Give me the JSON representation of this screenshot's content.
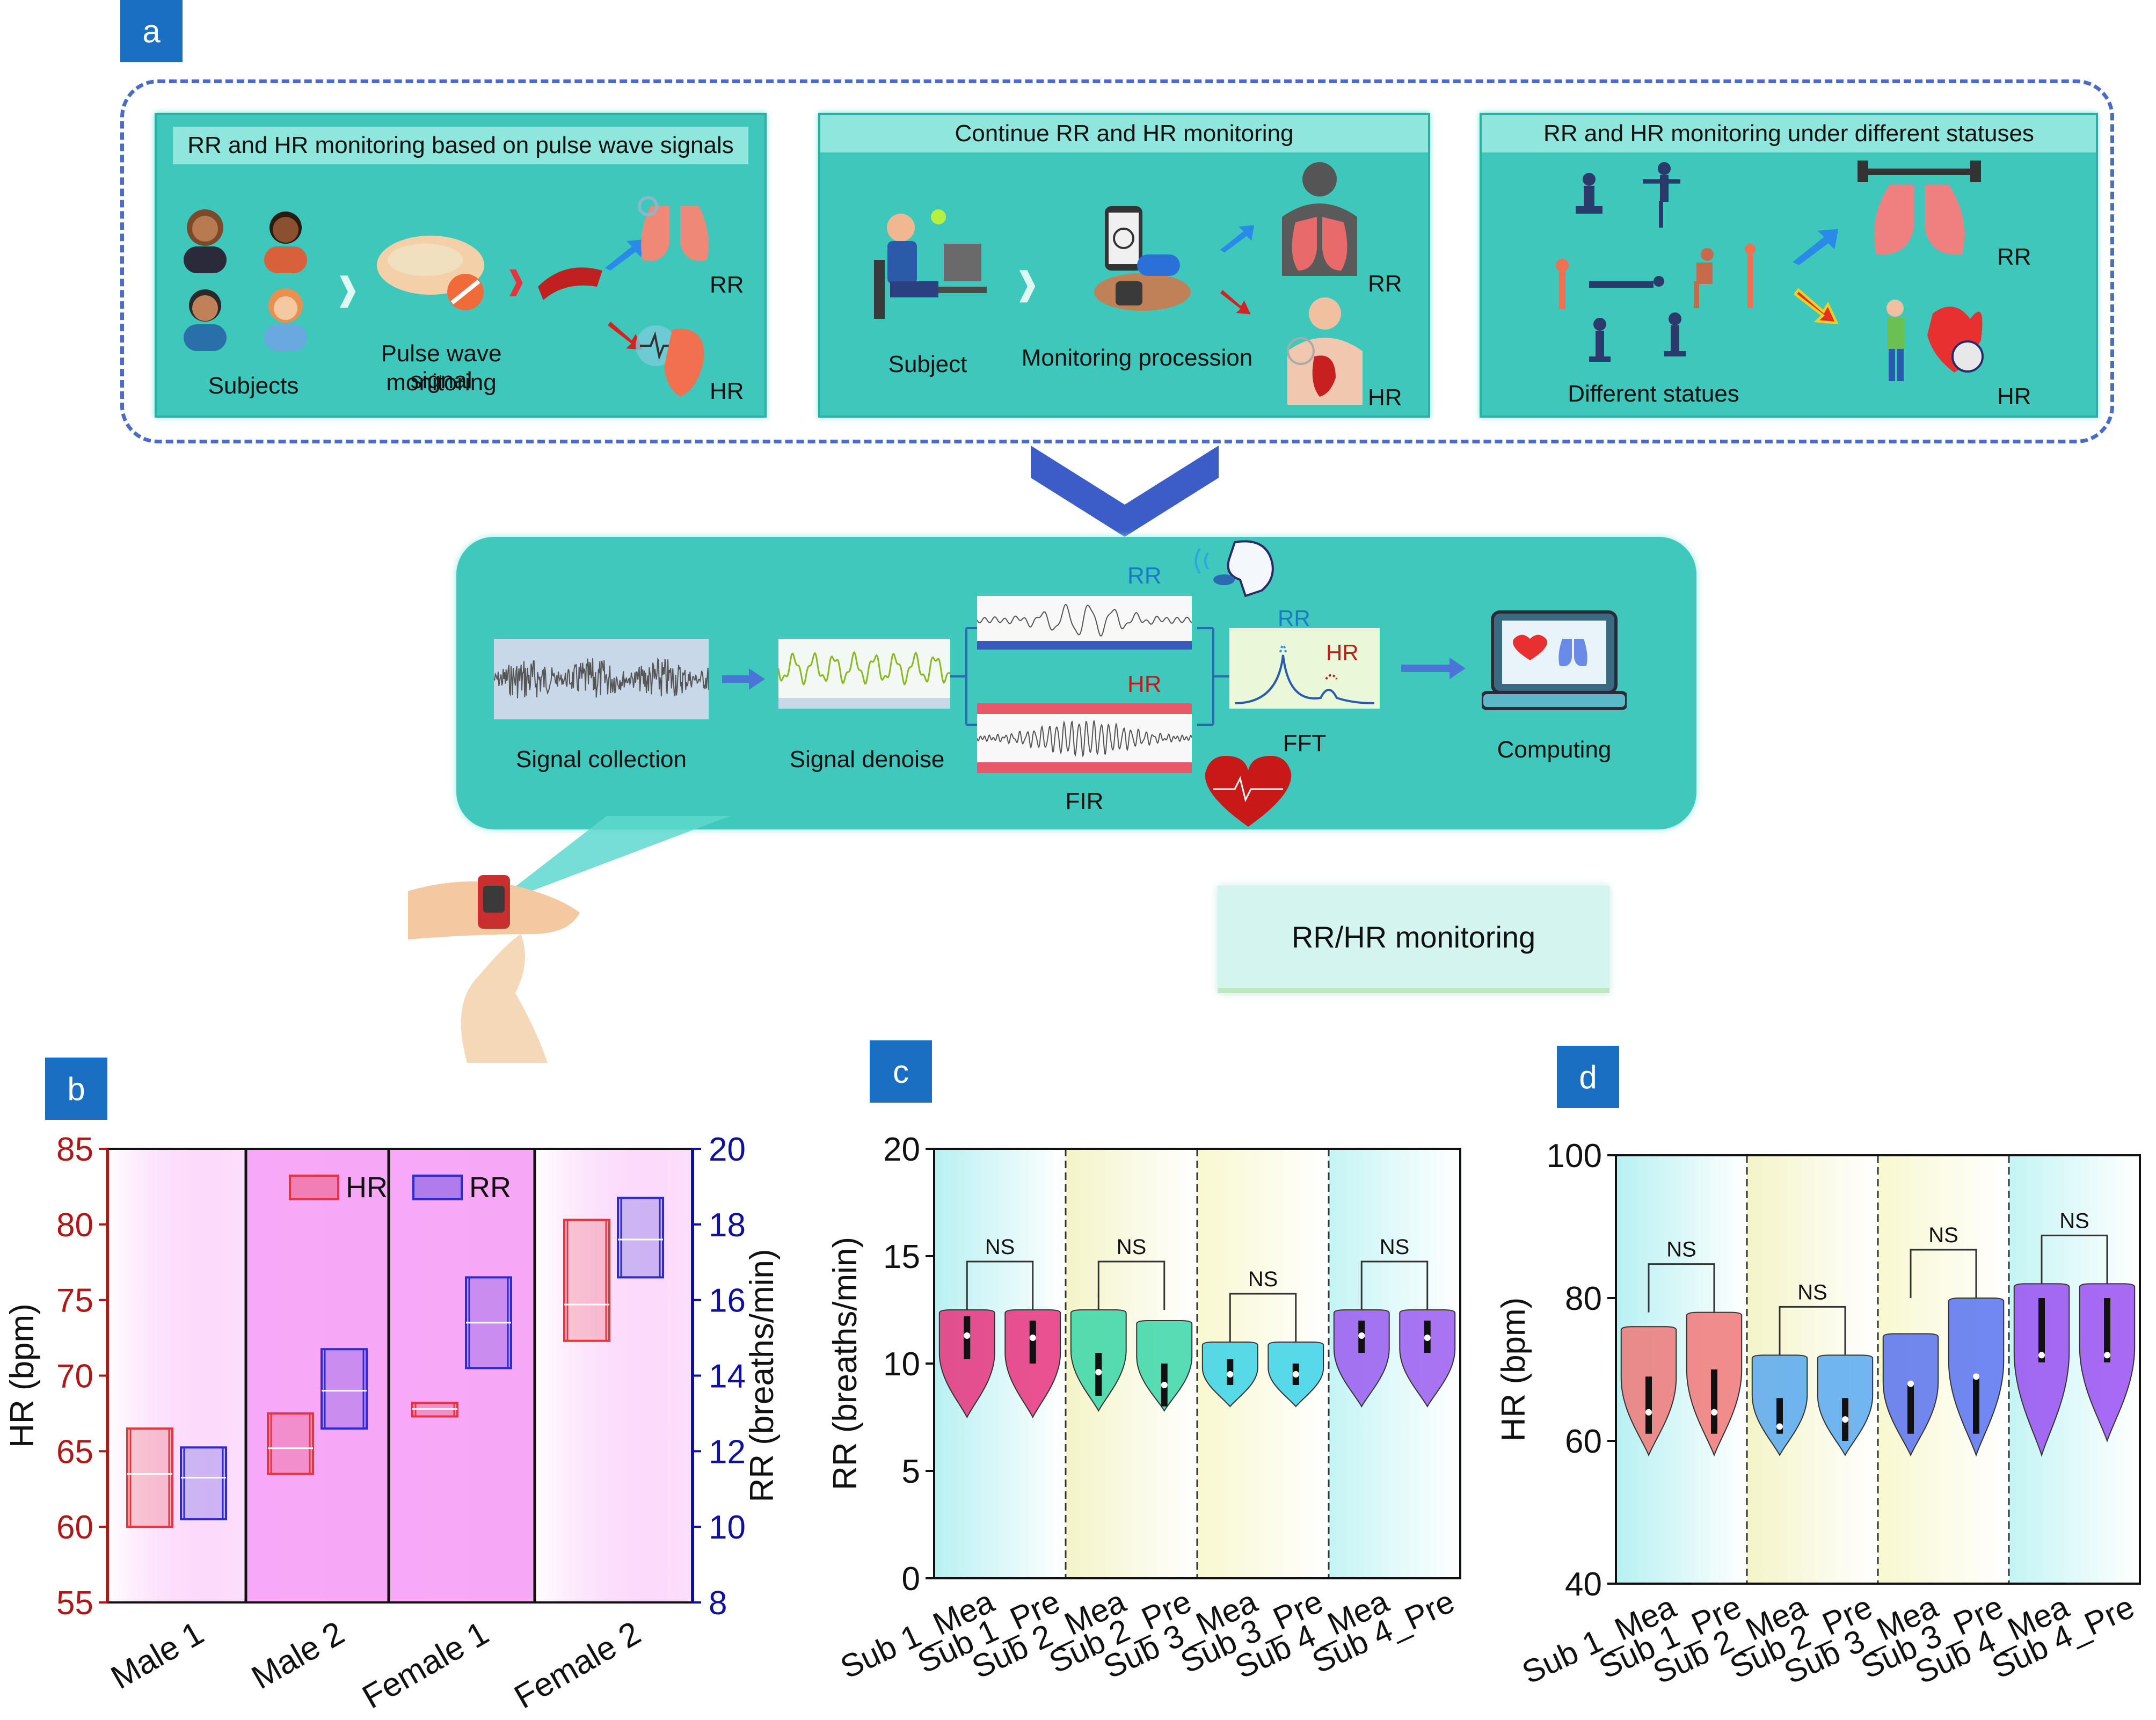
{
  "panel_labels": {
    "a": "a",
    "b": "b",
    "c": "c",
    "d": "d"
  },
  "schematic": {
    "box1": {
      "title": "RR and HR monitoring based on pulse wave signals",
      "subjects": "Subjects",
      "pulse_line1": "Pulse wave signal",
      "pulse_line2": "monitoring",
      "rr": "RR",
      "hr": "HR"
    },
    "box2": {
      "title": "Continue RR and HR monitoring",
      "subject": "Subject",
      "procession": "Monitoring procession",
      "rr": "RR",
      "hr": "HR"
    },
    "box3": {
      "title": "RR and HR monitoring under different statuses",
      "statues": "Different statues",
      "rr": "RR",
      "hr": "HR"
    },
    "pipeline": {
      "signal_collection": "Signal collection",
      "signal_denoise": "Signal denoise",
      "fir": "FIR",
      "fft": "FFT",
      "computing": "Computing",
      "rr_top": "RR",
      "hr_mid": "HR",
      "fft_rr": "RR",
      "fft_hr": "HR"
    },
    "monitoring_label": "RR/HR monitoring"
  },
  "colors": {
    "teal": "#3ec8bc",
    "hr_red": "#e8323c",
    "rr_blue": "#2a2ad8",
    "axis_red": "#b01818",
    "axis_blue": "#1010a0"
  },
  "chart_data": [
    {
      "panel": "b",
      "type": "box",
      "categories": [
        "Male 1",
        "Male 2",
        "Female 1",
        "Female 2"
      ],
      "ylabel_left": "HR (bpm)",
      "ylabel_right": "RR (breaths/min)",
      "ylim_left": [
        55,
        85
      ],
      "ylim_right": [
        8,
        20
      ],
      "yticks_left": [
        "55",
        "60",
        "65",
        "70",
        "75",
        "80",
        "85"
      ],
      "yticks_right": [
        "8",
        "10",
        "12",
        "14",
        "16",
        "18",
        "20"
      ],
      "legend": [
        "HR",
        "RR"
      ],
      "legend_position": "top-center",
      "series": [
        {
          "name": "HR",
          "axis": "left",
          "boxes": [
            {
              "low": 60,
              "high": 66.5,
              "median": 63.5
            },
            {
              "low": 63.5,
              "high": 67.5,
              "median": 65.2
            },
            {
              "low": 67.3,
              "high": 68.2,
              "median": 67.8
            },
            {
              "low": 72.3,
              "high": 80.3,
              "median": 74.7
            }
          ]
        },
        {
          "name": "RR",
          "axis": "right",
          "boxes": [
            {
              "low": 10.2,
              "high": 12.1,
              "median": 11.3
            },
            {
              "low": 12.6,
              "high": 14.7,
              "median": 13.6
            },
            {
              "low": 14.2,
              "high": 16.6,
              "median": 15.4
            },
            {
              "low": 16.6,
              "high": 18.7,
              "median": 17.6
            }
          ]
        }
      ]
    },
    {
      "panel": "c",
      "type": "violin",
      "categories": [
        "Sub 1_Mea",
        "Sub 1_Pre",
        "Sub 2_Mea",
        "Sub 2_Pre",
        "Sub 3_Mea",
        "Sub 3_Pre",
        "Sub 4_Mea",
        "Sub 4_Pre"
      ],
      "ylabel": "RR (breaths/min)",
      "ylim": [
        0,
        20
      ],
      "yticks": [
        "0",
        "5",
        "10",
        "15",
        "20"
      ],
      "significance": [
        "NS",
        "NS",
        "NS",
        "NS"
      ],
      "violins": [
        {
          "min": 7.5,
          "max": 12.5,
          "q1": 10.2,
          "q3": 12.2,
          "median": 11.3
        },
        {
          "min": 7.5,
          "max": 12.5,
          "q1": 10.0,
          "q3": 12.0,
          "median": 11.2
        },
        {
          "min": 7.8,
          "max": 12.5,
          "q1": 8.5,
          "q3": 10.5,
          "median": 9.6
        },
        {
          "min": 7.8,
          "max": 12.0,
          "q1": 8.0,
          "q3": 10.0,
          "median": 9.0
        },
        {
          "min": 8.0,
          "max": 11.0,
          "q1": 9.0,
          "q3": 10.2,
          "median": 9.5
        },
        {
          "min": 8.0,
          "max": 11.0,
          "q1": 9.0,
          "q3": 10.0,
          "median": 9.5
        },
        {
          "min": 8.0,
          "max": 12.5,
          "q1": 10.5,
          "q3": 12.0,
          "median": 11.3
        },
        {
          "min": 8.0,
          "max": 12.5,
          "q1": 10.5,
          "q3": 12.0,
          "median": 11.2
        }
      ],
      "violin_colors": [
        "#e8327c",
        "#e8327c",
        "#3ad6a8",
        "#3ad6a8",
        "#3ad2e8",
        "#3ad2e8",
        "#9a5cf0",
        "#9a5cf0"
      ],
      "group_backgrounds": [
        "#b8f0f2",
        "#f4f4c8",
        "#f8f8d0",
        "#c4f4f4"
      ]
    },
    {
      "panel": "d",
      "type": "violin",
      "categories": [
        "Sub 1_Mea",
        "Sub 1_Pre",
        "Sub 2_Mea",
        "Sub 2_Pre",
        "Sub 3_Mea",
        "Sub 3_Pre",
        "Sub 4_Mea",
        "Sub 4_Pre"
      ],
      "ylabel": "HR (bpm)",
      "ylim": [
        40,
        100
      ],
      "yticks": [
        "40",
        "60",
        "80",
        "100"
      ],
      "significance": [
        "NS",
        "NS",
        "NS",
        "NS"
      ],
      "violins": [
        {
          "min": 58,
          "max": 76,
          "q1": 61,
          "q3": 69,
          "median": 64
        },
        {
          "min": 58,
          "max": 78,
          "q1": 61,
          "q3": 70,
          "median": 64
        },
        {
          "min": 58,
          "max": 72,
          "q1": 61,
          "q3": 66,
          "median": 62
        },
        {
          "min": 58,
          "max": 72,
          "q1": 60,
          "q3": 66,
          "median": 63
        },
        {
          "min": 58,
          "max": 75,
          "q1": 61,
          "q3": 68,
          "median": 68
        },
        {
          "min": 58,
          "max": 80,
          "q1": 61,
          "q3": 69,
          "median": 69
        },
        {
          "min": 58,
          "max": 82,
          "q1": 71,
          "q3": 80,
          "median": 72
        },
        {
          "min": 60,
          "max": 82,
          "q1": 71,
          "q3": 80,
          "median": 72
        }
      ],
      "violin_colors": [
        "#f07878",
        "#f07878",
        "#58a8f0",
        "#58a8f0",
        "#5872f0",
        "#5872f0",
        "#9a50f0",
        "#9a50f0"
      ],
      "group_backgrounds": [
        "#b8f0f2",
        "#f4f4c8",
        "#f8f8d0",
        "#c4f4f4"
      ]
    }
  ]
}
